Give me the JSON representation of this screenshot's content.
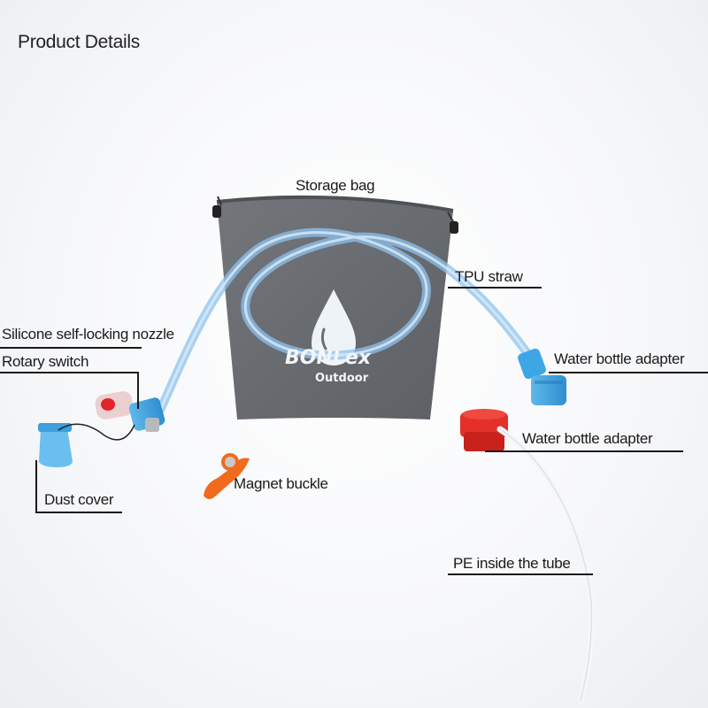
{
  "title": "Product Details",
  "logo": {
    "brand": "BONLex",
    "sub": "Outdoor"
  },
  "labels": {
    "storage_bag": "Storage bag",
    "tpu_straw": "TPU straw",
    "nozzle": "Silicone self-locking nozzle",
    "rotary_switch": "Rotary switch",
    "adapter_blue": "Water bottle adapter",
    "adapter_red": "Water bottle adapter",
    "magnet_buckle": "Magnet buckle",
    "dust_cover": "Dust cover",
    "pe_tube": "PE inside the tube"
  },
  "colors": {
    "bag": "#6b6e73",
    "tube": "#7db4e6",
    "red_adapter": "#e5302a",
    "magnet": "#f26a1b"
  }
}
